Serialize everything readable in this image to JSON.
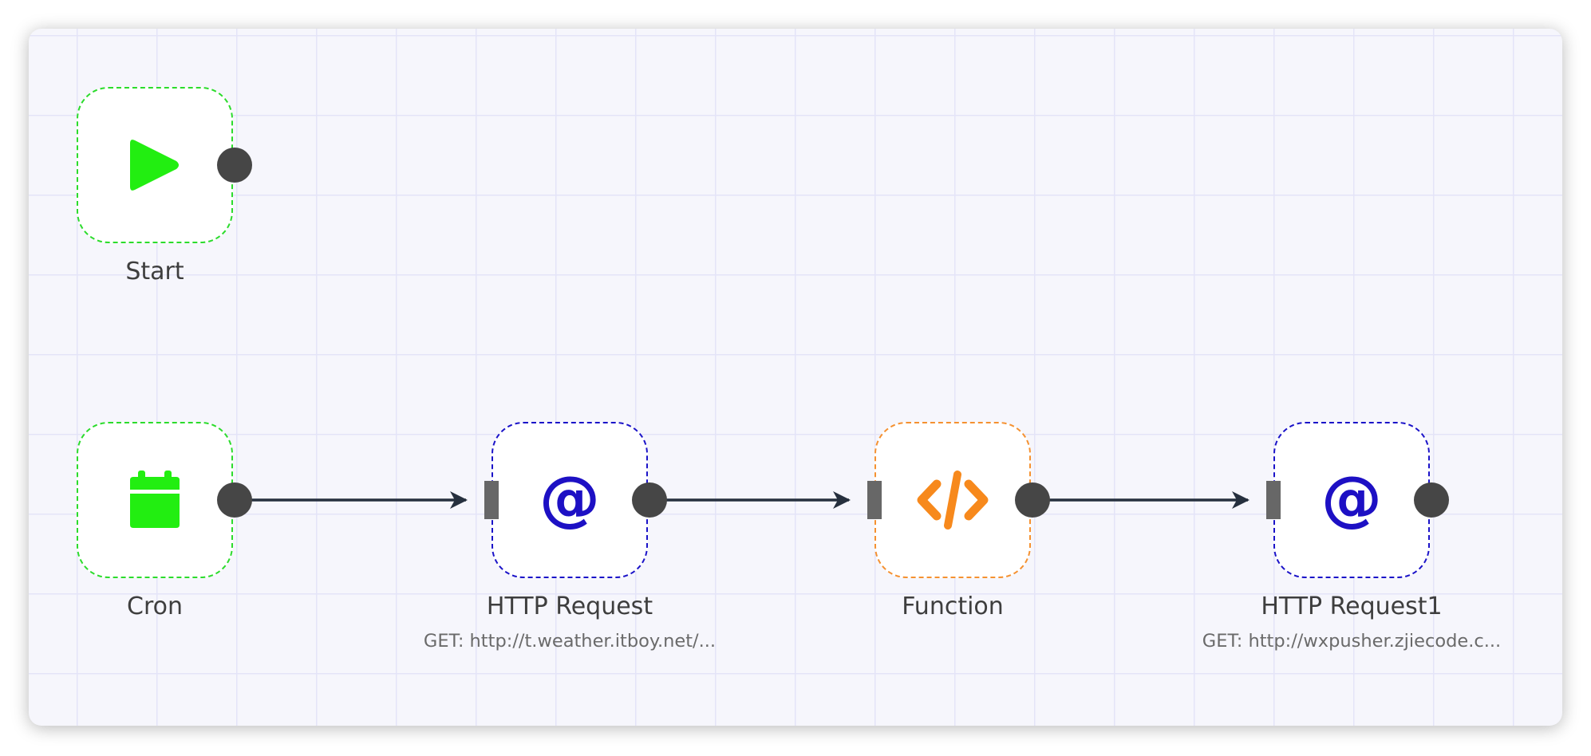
{
  "workflow": {
    "nodes": [
      {
        "name": "Start",
        "subtitle": "",
        "icon": "play-icon",
        "border_color": "#2bdc2b"
      },
      {
        "name": "Cron",
        "subtitle": "",
        "icon": "calendar-icon",
        "border_color": "#2bdc2b"
      },
      {
        "name": "HTTP Request",
        "subtitle": "GET: http://t.weather.itboy.net/...",
        "icon": "at-sign-icon",
        "icon_glyph": "@",
        "border_color": "#1a12c8"
      },
      {
        "name": "Function",
        "subtitle": "",
        "icon": "code-icon",
        "border_color": "#f59130"
      },
      {
        "name": "HTTP Request1",
        "subtitle": "GET: http://wxpusher.zjiecode.c...",
        "icon": "at-sign-icon",
        "icon_glyph": "@",
        "border_color": "#1a12c8"
      }
    ],
    "connections": [
      {
        "from": "Cron",
        "to": "HTTP Request"
      },
      {
        "from": "HTTP Request",
        "to": "Function"
      },
      {
        "from": "Function",
        "to": "HTTP Request1"
      }
    ]
  },
  "colors": {
    "canvas_background": "#f6f6fc",
    "grid_line": "#e4e4f8",
    "trigger_icon": "#22ee11",
    "http_icon": "#1d10c4",
    "function_icon": "#f7891c",
    "connection_line": "#26303e",
    "port": "#464646"
  }
}
